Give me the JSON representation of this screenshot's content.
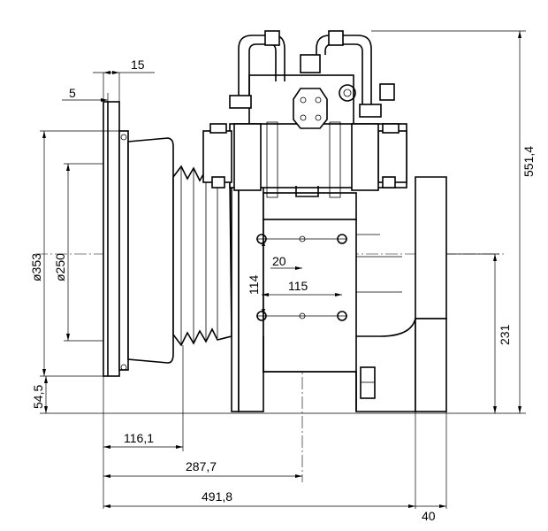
{
  "dimensions": {
    "flange_thickness": "15",
    "flange_offset": "5",
    "flange_diameter": "ø353",
    "pilot_diameter": "ø250",
    "bottom_to_flange": "54,5",
    "pulley_offset": "116,1",
    "bolt_hole_offset": "287,7",
    "overall_length": "491,8",
    "bracket_width": "40",
    "shaft_height": "231",
    "overall_height": "551,4",
    "hole_vertical_spacing": "114",
    "hole_horizontal_spacing": "115",
    "hole_offset": "20"
  }
}
